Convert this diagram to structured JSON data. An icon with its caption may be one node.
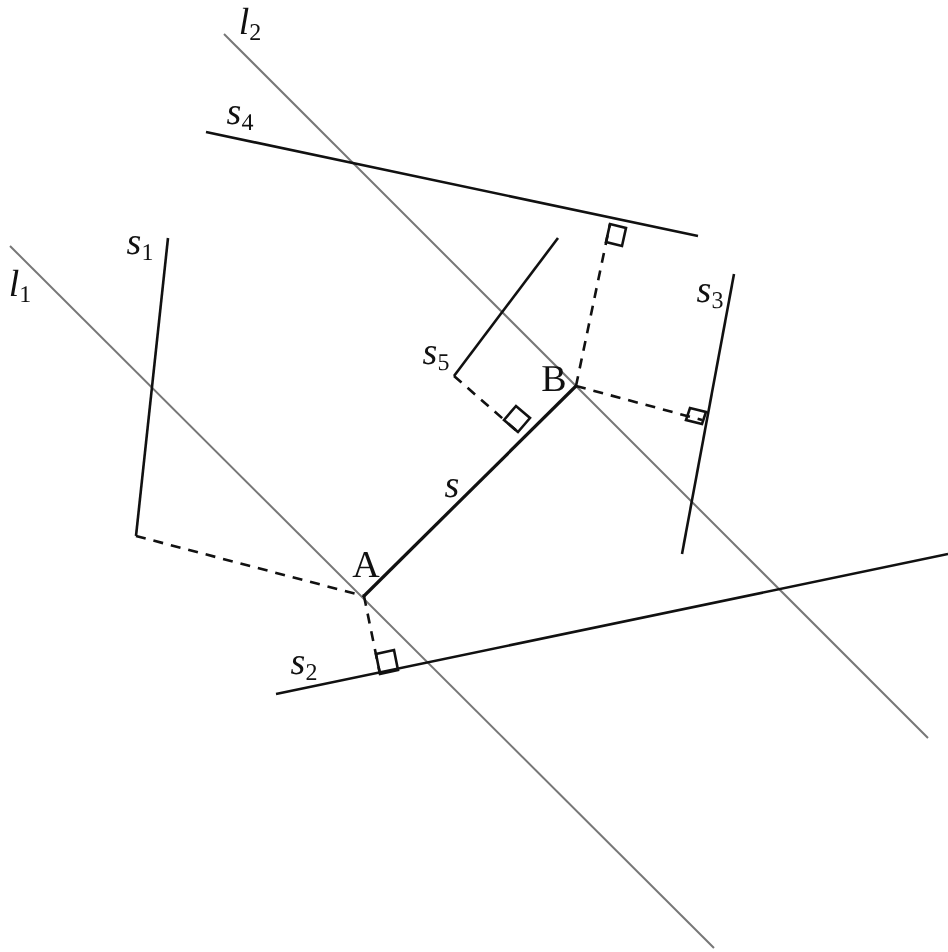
{
  "diagram": {
    "labels": [
      "l$_{2}$",
      "s$_{4}$",
      "l$_{1}$",
      "s$_{1}$",
      "s$_{3}$",
      "s$_{5}$",
      "B",
      "s",
      "A",
      "s$_{2}$"
    ]
  }
}
